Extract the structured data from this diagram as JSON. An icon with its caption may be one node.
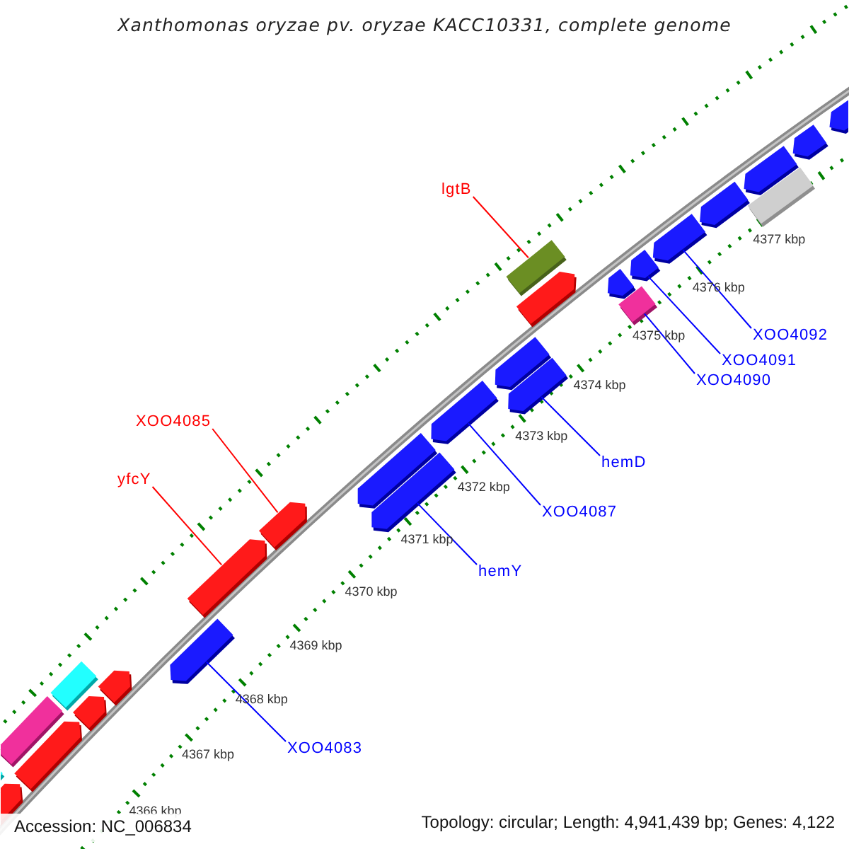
{
  "diagram": {
    "title": "Xanthomonas oryzae pv. oryzae KACC10331, complete genome",
    "nodes": [
      {
        "text": [
          "lgtB"
        ]
      },
      {
        "text": [
          "XOO4085"
        ]
      },
      {
        "text": [
          "yfcY"
        ]
      },
      {
        "text": [
          "XOO4092"
        ]
      },
      {
        "text": [
          "XOO4091"
        ]
      },
      {
        "text": [
          "XOO4090"
        ]
      },
      {
        "text": [
          "hemD"
        ]
      },
      {
        "text": [
          "XOO4087"
        ]
      },
      {
        "text": [
          "hemY"
        ]
      },
      {
        "text": [
          "XOO4083"
        ]
      },
      {
        "text": [],
        "shape": "arrow"
      },
      {
        "text": [],
        "shape": "box"
      },
      {
        "text": [],
        "shape": "arrow"
      },
      {
        "text": [],
        "shape": "box"
      },
      {
        "text": [],
        "shape": "box"
      },
      {
        "text": [],
        "shape": "arrow"
      },
      {
        "text": [],
        "shape": "arrow"
      },
      {
        "text": [],
        "shape": "arrow"
      },
      {
        "text": [],
        "shape": "arrow"
      },
      {
        "text": [],
        "shape": "arrow"
      },
      {
        "text": [],
        "shape": "arrow"
      },
      {
        "text": [],
        "shape": "arrow"
      },
      {
        "text": [],
        "shape": "arrow"
      },
      {
        "text": [],
        "shape": "arrow"
      },
      {
        "text": [],
        "shape": "arrow"
      },
      {
        "text": [],
        "shape": "arrow"
      },
      {
        "text": [],
        "shape": "box"
      },
      {
        "text": [],
        "shape": "arrow"
      },
      {
        "text": [],
        "shape": "box"
      },
      {
        "text": [],
        "shape": "arrow"
      },
      {
        "text": [],
        "shape": "arrow"
      },
      {
        "text": [],
        "shape": "arrow"
      },
      {
        "text": [],
        "shape": "box"
      },
      {
        "text": [],
        "shape": "arrow"
      },
      {
        "text": [],
        "shape": "arrow"
      },
      {
        "text": [],
        "shape": "arrow"
      }
    ],
    "edges": [
      {
        "from": 0,
        "to": 26,
        "arrow": "none",
        "color": "#ff0000"
      },
      {
        "from": 1,
        "to": 19,
        "arrow": "none",
        "color": "#ff0000"
      },
      {
        "from": 2,
        "to": 18,
        "arrow": "none",
        "color": "#ff0000"
      },
      {
        "from": 3,
        "to": 30,
        "arrow": "none"
      },
      {
        "from": 4,
        "to": 29,
        "arrow": "none"
      },
      {
        "from": 5,
        "to": 28,
        "arrow": "none"
      },
      {
        "from": 6,
        "to": 23,
        "arrow": "none"
      },
      {
        "from": 7,
        "to": 22,
        "arrow": "none"
      },
      {
        "from": 8,
        "to": 20,
        "arrow": "none"
      },
      {
        "from": 9,
        "to": 17,
        "arrow": "none"
      }
    ],
    "labels": [
      "4377 kbp",
      "4376 kbp",
      "4375 kbp",
      "4374 kbp",
      "4373 kbp",
      "4372 kbp",
      "4371 kbp",
      "4370 kbp",
      "4369 kbp",
      "4368 kbp",
      "4367 kbp",
      "4366 kbp",
      "Accession: NC_006834",
      "Topology: circular; Length: 4,941,439 bp; Genes: 4,122"
    ]
  }
}
